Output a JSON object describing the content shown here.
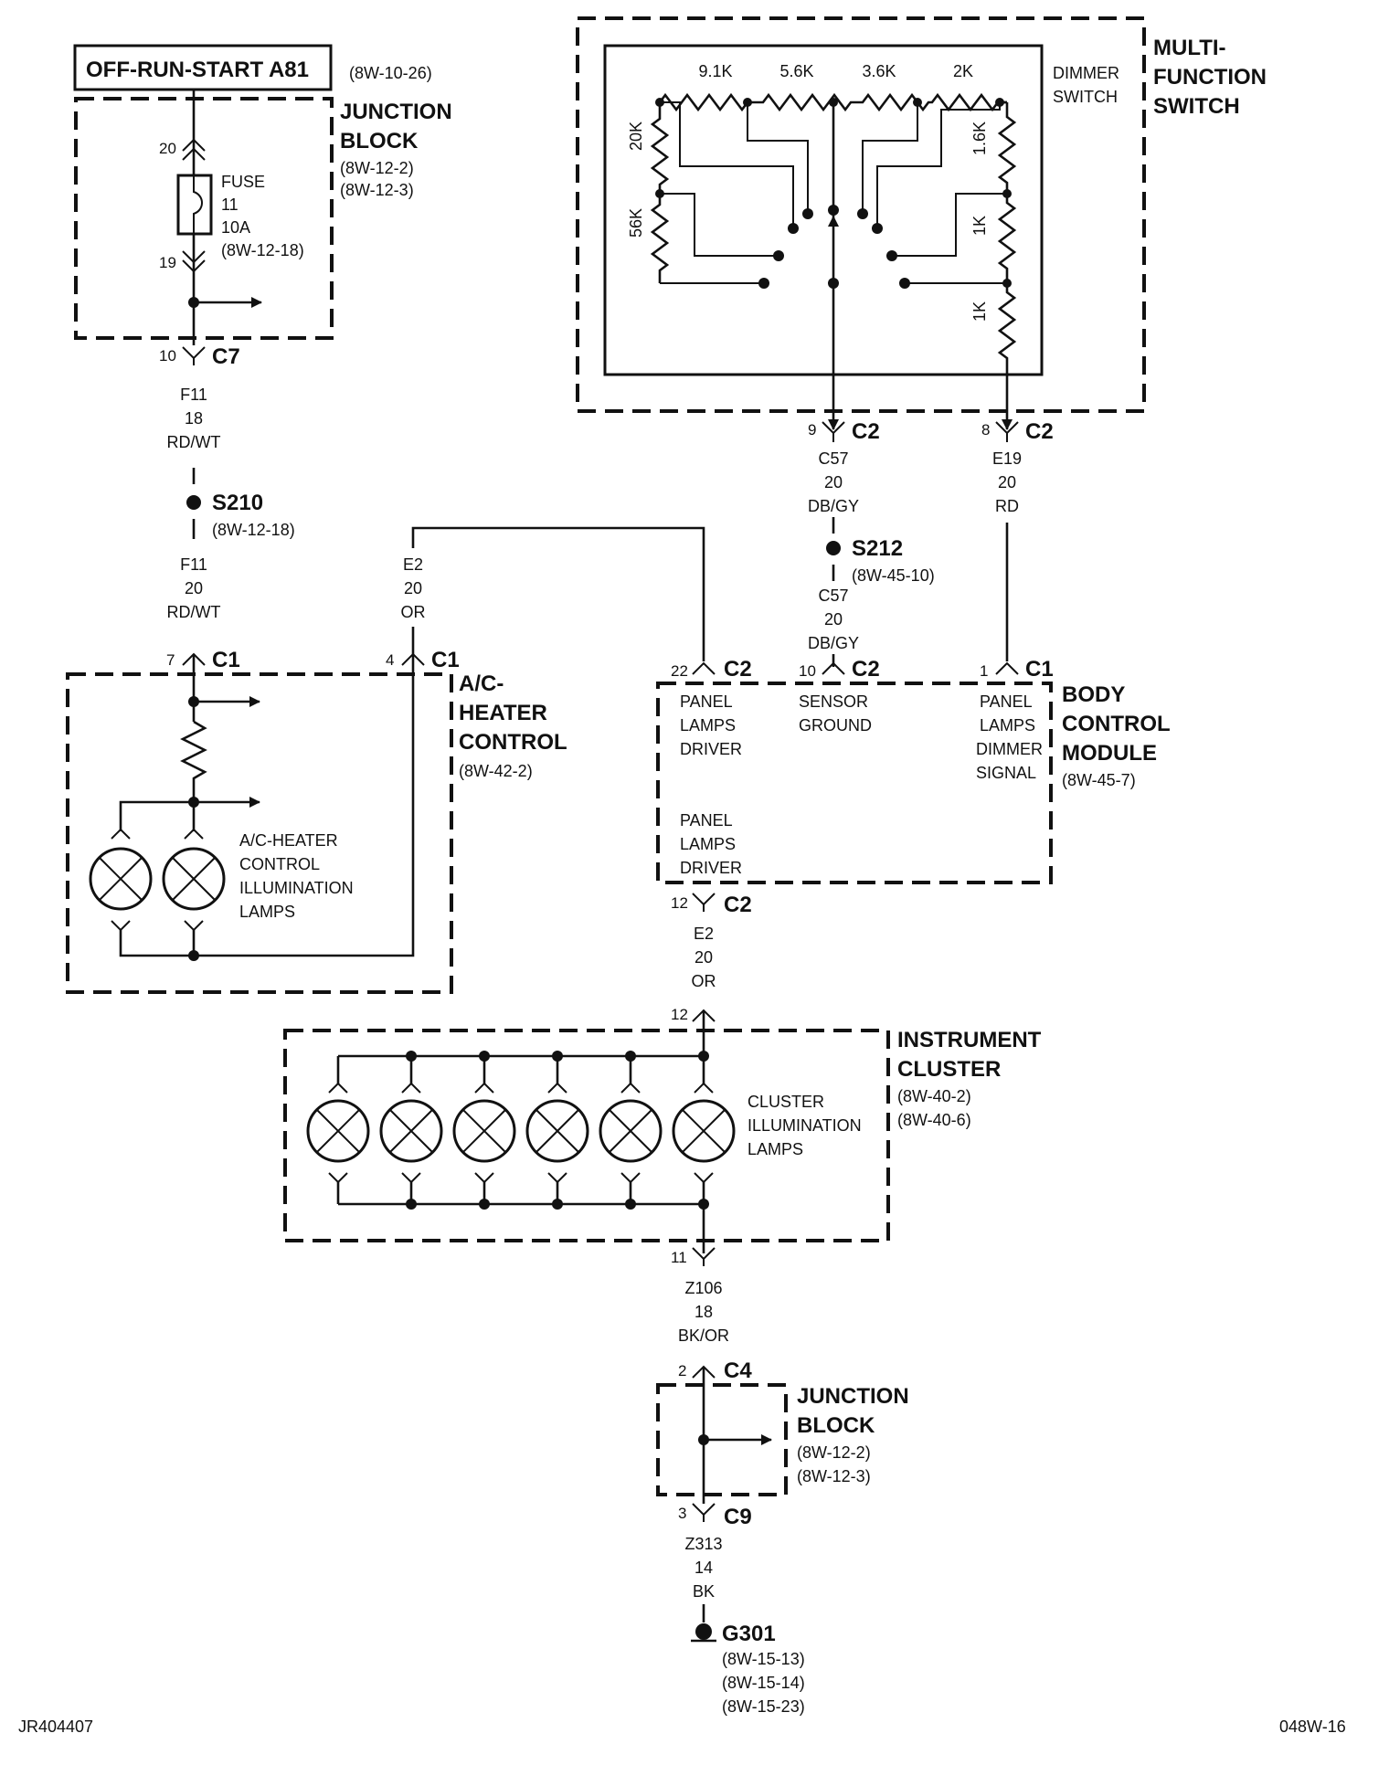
{
  "ignition": {
    "label": "OFF-RUN-START A81",
    "ref": "(8W-10-26)"
  },
  "junction_block_top": {
    "title_line1": "JUNCTION",
    "title_line2": "BLOCK",
    "ref1": "(8W-12-2)",
    "ref2": "(8W-12-3)",
    "fuse_line1": "FUSE",
    "fuse_line2": "11",
    "fuse_line3": "10A",
    "fuse_ref": "(8W-12-18)",
    "pin_top": "20",
    "pin_bottom": "19"
  },
  "c7": {
    "pin": "10",
    "name": "C7"
  },
  "wire_f11_a": {
    "code": "F11",
    "gauge": "18",
    "color": "RD/WT"
  },
  "splice_s210": {
    "name": "S210",
    "ref": "(8W-12-18)"
  },
  "wire_f11_b": {
    "code": "F11",
    "gauge": "20",
    "color": "RD/WT"
  },
  "wire_e2_top": {
    "code": "E2",
    "gauge": "20",
    "color": "OR"
  },
  "ac_heater": {
    "c1_pin7": "7",
    "c1_pin4": "4",
    "conn": "C1",
    "title_line1": "A/C-",
    "title_line2": "HEATER",
    "title_line3": "CONTROL",
    "ref": "(8W-42-2)",
    "lamps_line1": "A/C-HEATER",
    "lamps_line2": "CONTROL",
    "lamps_line3": "ILLUMINATION",
    "lamps_line4": "LAMPS"
  },
  "mfs": {
    "title_line1": "MULTI-",
    "title_line2": "FUNCTION",
    "title_line3": "SWITCH",
    "dimmer_line1": "DIMMER",
    "dimmer_line2": "SWITCH",
    "r_9_1k": "9.1K",
    "r_5_6k": "5.6K",
    "r_3_6k": "3.6K",
    "r_2k": "2K",
    "r_20k": "20K",
    "r_56k": "56K",
    "r_1_6k": "1.6K",
    "r_1k_a": "1K",
    "r_1k_b": "1K",
    "pin9": "9",
    "pin8": "8",
    "conn": "C2"
  },
  "wire_c57_a": {
    "code": "C57",
    "gauge": "20",
    "color": "DB/GY"
  },
  "wire_e19": {
    "code": "E19",
    "gauge": "20",
    "color": "RD"
  },
  "splice_s212": {
    "name": "S212",
    "ref": "(8W-45-10)"
  },
  "wire_c57_b": {
    "code": "C57",
    "gauge": "20",
    "color": "DB/GY"
  },
  "bcm": {
    "title_line1": "BODY",
    "title_line2": "CONTROL",
    "title_line3": "MODULE",
    "ref": "(8W-45-7)",
    "pin22": "22",
    "pin10": "10",
    "pin1": "1",
    "pin12": "12",
    "c2": "C2",
    "c1": "C1",
    "pld1_line1": "PANEL",
    "pld1_line2": "LAMPS",
    "pld1_line3": "DRIVER",
    "sg_line1": "SENSOR",
    "sg_line2": "GROUND",
    "pds_line1": "PANEL",
    "pds_line2": "LAMPS",
    "pds_line3": "DIMMER",
    "pds_line4": "SIGNAL",
    "pld2_line1": "PANEL",
    "pld2_line2": "LAMPS",
    "pld2_line3": "DRIVER"
  },
  "wire_e2_bottom": {
    "code": "E2",
    "gauge": "20",
    "color": "OR"
  },
  "cluster": {
    "title_line1": "INSTRUMENT",
    "title_line2": "CLUSTER",
    "ref1": "(8W-40-2)",
    "ref2": "(8W-40-6)",
    "lamps_line1": "CLUSTER",
    "lamps_line2": "ILLUMINATION",
    "lamps_line3": "LAMPS",
    "pin_in": "12",
    "pin_out": "11"
  },
  "wire_z106": {
    "code": "Z106",
    "gauge": "18",
    "color": "BK/OR"
  },
  "junction_block_bottom": {
    "title_line1": "JUNCTION",
    "title_line2": "BLOCK",
    "ref1": "(8W-12-2)",
    "ref2": "(8W-12-3)",
    "pin_c4": "2",
    "c4": "C4",
    "pin_c9": "3",
    "c9": "C9"
  },
  "wire_z313": {
    "code": "Z313",
    "gauge": "14",
    "color": "BK"
  },
  "ground": {
    "name": "G301",
    "ref1": "(8W-15-13)",
    "ref2": "(8W-15-14)",
    "ref3": "(8W-15-23)"
  },
  "footer": {
    "left": "JR404407",
    "right": "048W-16"
  }
}
